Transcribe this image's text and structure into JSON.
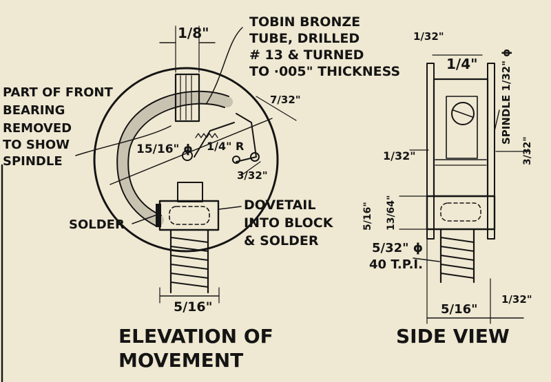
{
  "elevation": {
    "title_line1": "ELEVATION OF",
    "title_line2": "MOVEMENT",
    "dim_tube_width": "1/8\"",
    "tube_note": [
      "TOBIN BRONZE",
      "TUBE, DRILLED",
      "# 13 & TURNED",
      "TO ·005\" THICKNESS"
    ],
    "bearing_note": [
      "PART OF FRONT",
      "BEARING",
      "REMOVED",
      "TO SHOW",
      "SPINDLE"
    ],
    "dim_ring_dia": "15/16\" ϕ",
    "dim_radius": "1/4\" R",
    "dim_right": "7/32\"",
    "dim_small": "3/32\"",
    "dovetail_note": [
      "DOVETAIL",
      "INTO BLOCK",
      "& SOLDER"
    ],
    "solder_label": "SOLDER",
    "dim_thread_width": "5/16\""
  },
  "side_view": {
    "title": "SIDE VIEW",
    "dim_top_plate": "1/32\"",
    "dim_width": "1/4\"",
    "spindle_note": "SPINDLE 1/32\" ϕ",
    "dim_left_small": "1/32\"",
    "dim_block_h1": "5/16\"",
    "dim_block_h2": "13/64\"",
    "dim_right_small": "3/32\"",
    "thread_note_line1": "5/32\" ϕ",
    "thread_note_line2": "40 T.P.I.",
    "dim_base_width": "5/16\"",
    "dim_base_small": "1/32\""
  }
}
